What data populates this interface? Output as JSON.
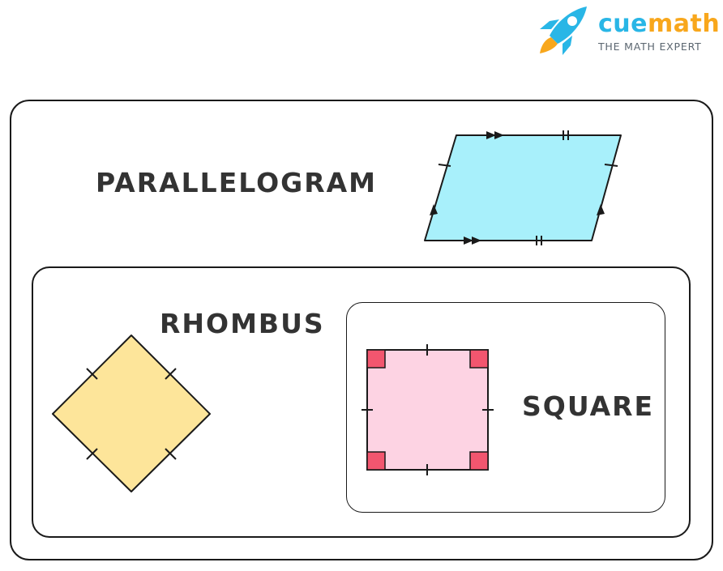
{
  "brand": {
    "name_part1": "cue",
    "name_part2": "math",
    "tagline": "THE MATH EXPERT",
    "colors": {
      "blue": "#29b6e6",
      "orange": "#f8a71c",
      "tagline": "#5b6670"
    },
    "icon": "rocket-icon"
  },
  "diagram": {
    "labels": {
      "parallelogram": "PARALLELOGRAM",
      "rhombus": "RHOMBUS",
      "square": "SQUARE"
    },
    "colors": {
      "parallelogram_fill": "#a8f0fb",
      "rhombus_fill": "#fde59a",
      "square_fill": "#fdd3e3",
      "right_angle_marker": "#f2566f",
      "outline": "#1a1a1a",
      "label_text": "#333333"
    }
  }
}
